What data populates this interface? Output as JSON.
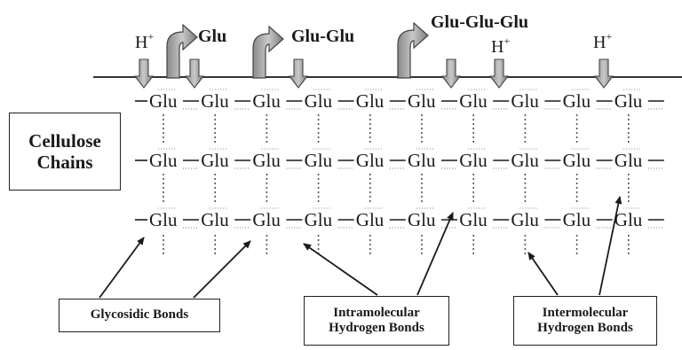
{
  "diagram": {
    "unit_label": "Glu",
    "released": [
      "Glu",
      "Glu-Glu",
      "Glu-Glu-Glu"
    ],
    "proton_label": "H",
    "proton_charge": "+",
    "cellulose_box": [
      "Cellulose",
      "Chains"
    ],
    "glycosidic_label": "Glycosidic Bonds",
    "intra_label": [
      "Intramolecular",
      "Hydrogen Bonds"
    ],
    "inter_label": [
      "Intermolecular",
      "Hydrogen Bonds"
    ]
  }
}
